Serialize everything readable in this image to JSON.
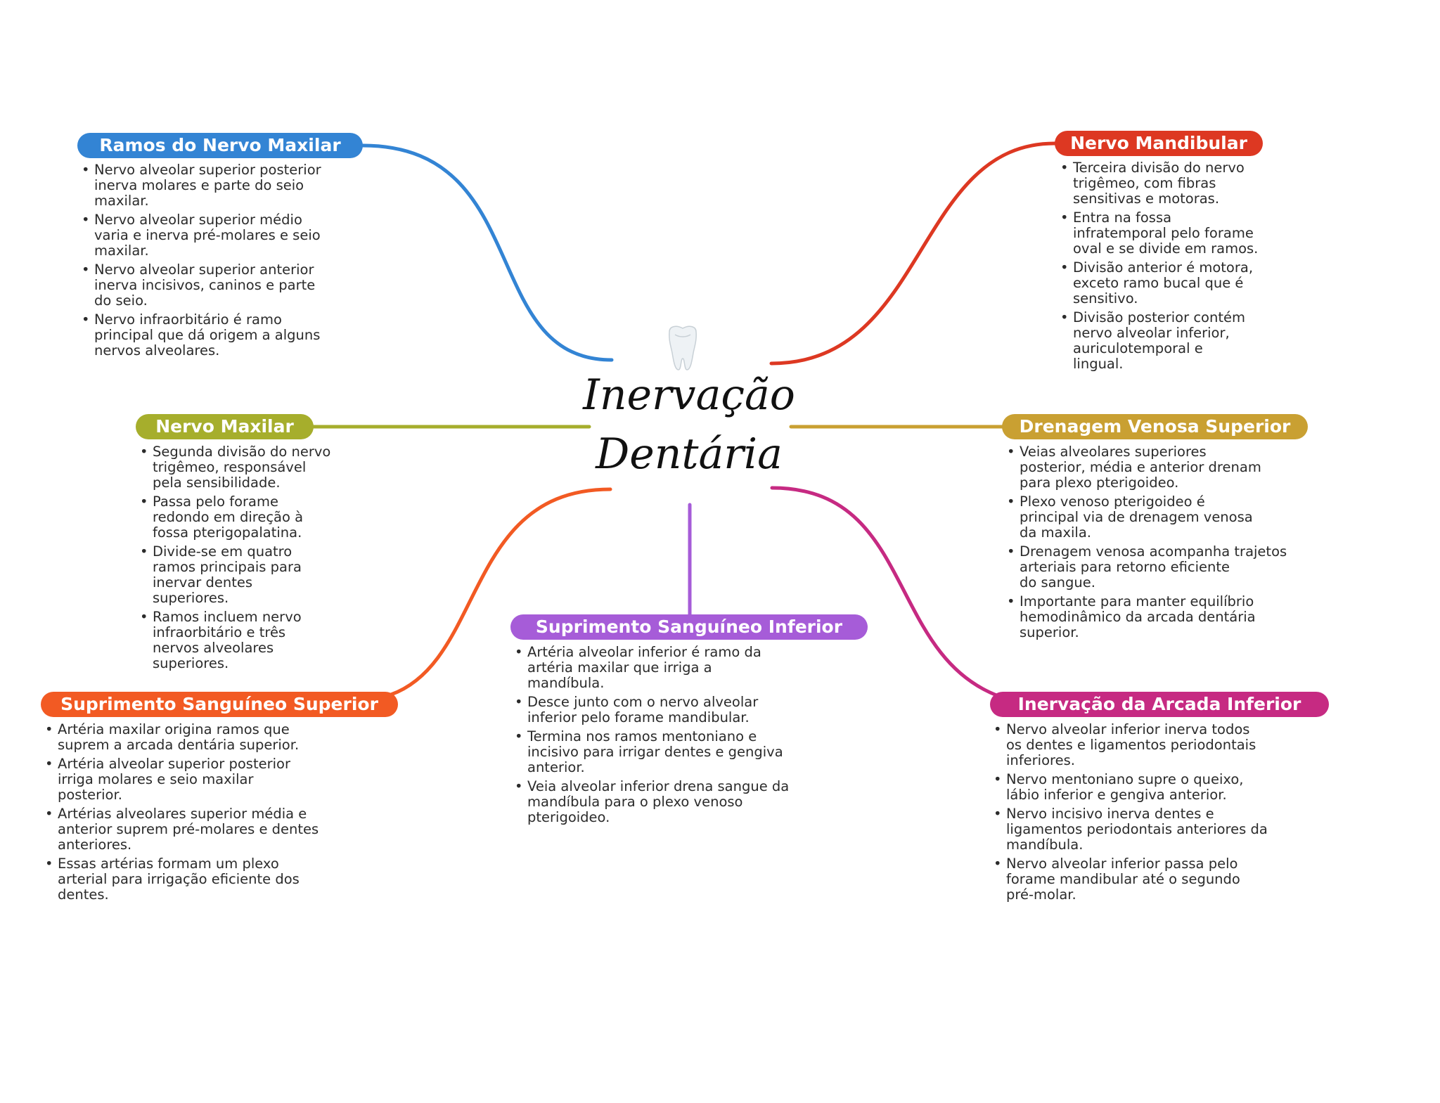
{
  "title": {
    "line1": "Inervação",
    "line2": "Dentária"
  },
  "center_icon": "tooth-icon",
  "colors": {
    "blue": "#3384D4",
    "red": "#DD3822",
    "olive": "#A6AE2C",
    "gold": "#C9A032",
    "orange": "#F25A23",
    "purple": "#A65CD8",
    "magenta": "#C62A82"
  },
  "branches": {
    "ramos": {
      "title": "Ramos do Nervo Maxilar",
      "items": [
        [
          "Nervo alveolar superior posterior",
          "inerva molares e parte do seio",
          "maxilar."
        ],
        [
          "Nervo alveolar superior médio",
          "varia e inerva pré-molares e seio",
          "maxilar."
        ],
        [
          "Nervo alveolar superior anterior",
          "inerva incisivos, caninos e parte",
          "do seio."
        ],
        [
          "Nervo infraorbitário é ramo",
          "principal que dá origem a alguns",
          "nervos alveolares."
        ]
      ]
    },
    "mandibular": {
      "title": "Nervo Mandibular",
      "items": [
        [
          "Terceira divisão do nervo",
          "trigêmeo, com fibras",
          "sensitivas e motoras."
        ],
        [
          "Entra na fossa",
          "infratemporal pelo forame",
          "oval e se divide em ramos."
        ],
        [
          "Divisão anterior é motora,",
          "exceto ramo bucal que é",
          "sensitivo."
        ],
        [
          "Divisão posterior contém",
          "nervo alveolar inferior,",
          "auriculotemporal e",
          "lingual."
        ]
      ]
    },
    "maxilar": {
      "title": "Nervo Maxilar",
      "items": [
        [
          "Segunda divisão do nervo",
          "trigêmeo, responsável",
          "pela sensibilidade."
        ],
        [
          "Passa pelo forame",
          "redondo em direção à",
          "fossa pterigopalatina."
        ],
        [
          "Divide-se em quatro",
          "ramos principais para",
          "inervar dentes",
          "superiores."
        ],
        [
          "Ramos incluem nervo",
          "infraorbitário e três",
          "nervos alveolares",
          "superiores."
        ]
      ]
    },
    "drenagem": {
      "title": "Drenagem Venosa Superior",
      "items": [
        [
          "Veias alveolares superiores",
          "posterior, média e anterior drenam",
          "para plexo pterigoideo."
        ],
        [
          "Plexo venoso pterigoideo é",
          "principal via de drenagem venosa",
          "da maxila."
        ],
        [
          "Drenagem venosa acompanha trajetos",
          "arteriais para retorno eficiente",
          "do sangue."
        ],
        [
          "Importante para manter equilíbrio",
          "hemodinâmico da arcada dentária",
          "superior."
        ]
      ]
    },
    "supsup": {
      "title": "Suprimento Sanguíneo Superior",
      "items": [
        [
          "Artéria maxilar origina ramos que",
          "suprem a arcada dentária superior."
        ],
        [
          "Artéria alveolar superior posterior",
          "irriga molares e seio maxilar",
          "posterior."
        ],
        [
          "Artérias alveolares superior média e",
          "anterior suprem pré-molares e dentes",
          "anteriores."
        ],
        [
          "Essas artérias formam um plexo",
          "arterial para irrigação eficiente dos",
          "dentes."
        ]
      ]
    },
    "supinf": {
      "title": "Suprimento Sanguíneo Inferior",
      "items": [
        [
          "Artéria alveolar inferior é ramo da",
          "artéria maxilar que irriga a",
          "mandíbula."
        ],
        [
          "Desce junto com o nervo alveolar",
          "inferior pelo forame mandibular."
        ],
        [
          "Termina nos ramos mentoniano e",
          "incisivo para irrigar dentes e gengiva",
          "anterior."
        ],
        [
          "Veia alveolar inferior drena sangue da",
          "mandíbula para o plexo venoso",
          "pterigoideo."
        ]
      ]
    },
    "arcada": {
      "title": "Inervação da Arcada Inferior",
      "items": [
        [
          "Nervo alveolar inferior inerva todos",
          "os dentes e ligamentos periodontais",
          "inferiores."
        ],
        [
          "Nervo mentoniano supre o queixo,",
          "lábio inferior e gengiva anterior."
        ],
        [
          "Nervo incisivo inerva dentes e",
          "ligamentos periodontais anteriores da",
          "mandíbula."
        ],
        [
          "Nervo alveolar inferior passa pelo",
          "forame mandibular até o segundo",
          "pré-molar."
        ]
      ]
    }
  }
}
